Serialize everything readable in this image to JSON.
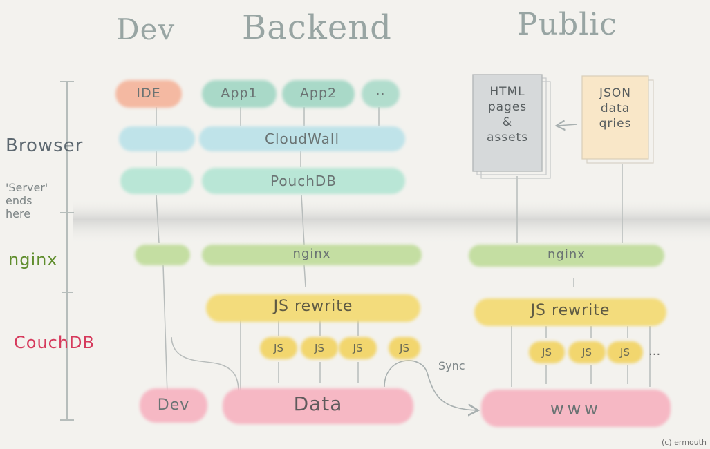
{
  "columns": {
    "dev": "Dev",
    "backend": "Backend",
    "public": "Public"
  },
  "rows": {
    "browser": "Browser",
    "server_ends_here": [
      "'Server'",
      "ends",
      "here"
    ],
    "nginx": "nginx",
    "couchdb": "CouchDB"
  },
  "browser_tier": {
    "ide": "IDE",
    "app1": "App1",
    "app2": "App2",
    "more": "..",
    "cloudwall": "CloudWall",
    "pouchdb": "PouchDB"
  },
  "public_docs": {
    "html": [
      "HTML",
      "pages",
      "&",
      "assets"
    ],
    "json": [
      "JSON",
      "data",
      "qries"
    ]
  },
  "nginx_tier": {
    "backend": "nginx",
    "public": "nginx"
  },
  "rewrite": {
    "backend": "JS rewrite",
    "public": "JS rewrite"
  },
  "js_functions": {
    "backend": [
      "JS",
      "JS",
      "JS",
      "JS"
    ],
    "public": [
      "JS",
      "JS",
      "JS"
    ],
    "public_more": "..."
  },
  "databases": {
    "dev": "Dev",
    "data": "Data",
    "www": "www"
  },
  "sync_label": "Sync",
  "copyright": "(c) ermouth",
  "colors": {
    "ide": "#f4b9a2",
    "app": "#a9d9c8",
    "cloudwall": "#bfe3e9",
    "pouchdb": "#b9e6d6",
    "nginx": "#c4dea2",
    "rewrite": "#f3dc7c",
    "js": "#f2d66e",
    "db": "#f6b8c4",
    "rowlabel_nginx": "#5f8d2c",
    "rowlabel_couchdb": "#d63a5c",
    "html_doc": "#d6d9da",
    "json_doc": "#f9e7c8",
    "server_band": "#dcdcda"
  }
}
